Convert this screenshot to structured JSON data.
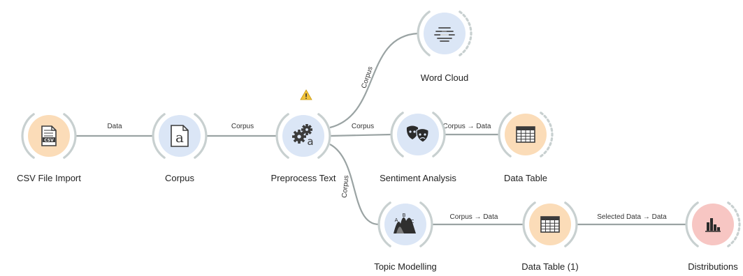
{
  "colors": {
    "text_blue": "#dbe6f6",
    "data_orange": "#fbdcb8",
    "visual_red": "#f7c6c3",
    "link": "#9aa3a3",
    "ring": "#c8d0d0",
    "warning": "#f2c33a"
  },
  "nodes": [
    {
      "id": "csv",
      "label": "CSV File Import",
      "color": "data_orange",
      "icon": "csv-file-icon",
      "icon_text": "CSV"
    },
    {
      "id": "corpus",
      "label": "Corpus",
      "color": "text_blue",
      "icon": "corpus-document-icon",
      "icon_text": "a"
    },
    {
      "id": "preprocess",
      "label": "Preprocess Text",
      "color": "text_blue",
      "icon": "gears-text-icon",
      "icon_text": "a",
      "warning": true
    },
    {
      "id": "wordcloud",
      "label": "Word Cloud",
      "color": "text_blue",
      "icon": "word-cloud-icon"
    },
    {
      "id": "sentiment",
      "label": "Sentiment Analysis",
      "color": "text_blue",
      "icon": "theater-masks-icon"
    },
    {
      "id": "datatable",
      "label": "Data Table",
      "color": "data_orange",
      "icon": "table-icon"
    },
    {
      "id": "topic",
      "label": "Topic Modelling",
      "color": "text_blue",
      "icon": "topic-mountains-icon",
      "icon_letters": [
        "A",
        "B",
        "C"
      ]
    },
    {
      "id": "datatable1",
      "label": "Data Table (1)",
      "color": "data_orange",
      "icon": "table-icon"
    },
    {
      "id": "distributions",
      "label": "Distributions",
      "color": "visual_red",
      "icon": "bar-chart-icon"
    }
  ],
  "links": [
    {
      "id": "csv-corpus",
      "from": "csv",
      "to": "corpus",
      "label": "Data"
    },
    {
      "id": "corpus-preprocess",
      "from": "corpus",
      "to": "preprocess",
      "label": "Corpus"
    },
    {
      "id": "preprocess-wordcloud",
      "from": "preprocess",
      "to": "wordcloud",
      "label": "Corpus"
    },
    {
      "id": "preprocess-sentiment",
      "from": "preprocess",
      "to": "sentiment",
      "label": "Corpus"
    },
    {
      "id": "sentiment-datatable",
      "from": "sentiment",
      "to": "datatable",
      "label": "Corpus → Data"
    },
    {
      "id": "preprocess-topic",
      "from": "preprocess",
      "to": "topic",
      "label": "Corpus"
    },
    {
      "id": "topic-datatable1",
      "from": "topic",
      "to": "datatable1",
      "label": "Corpus → Data"
    },
    {
      "id": "datatable1-distributions",
      "from": "datatable1",
      "to": "distributions",
      "label": "Selected Data → Data"
    }
  ]
}
